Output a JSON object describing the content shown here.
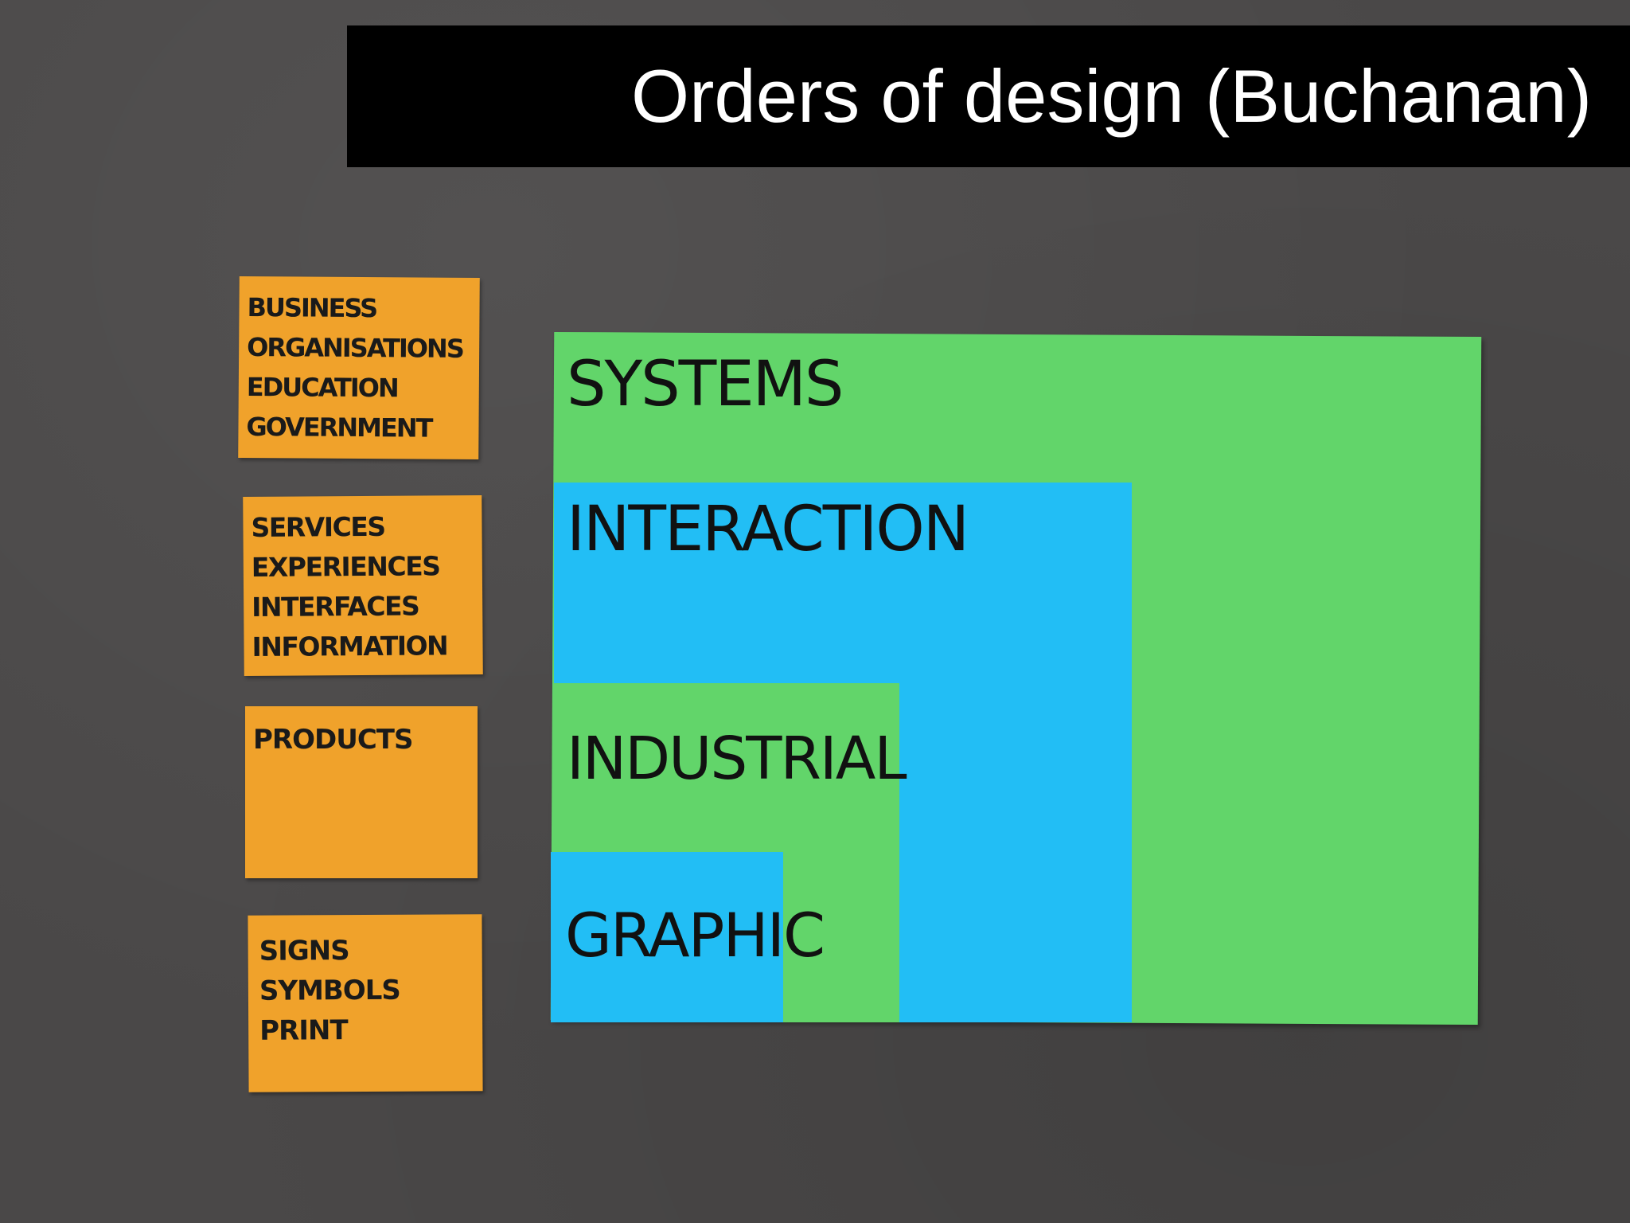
{
  "title": "Orders of design (Buchanan)",
  "notes": [
    {
      "lines": [
        "BUSINESS",
        "ORGANISATIONS",
        "EDUCATION",
        "GOVERNMENT"
      ]
    },
    {
      "lines": [
        "SERVICES",
        "EXPERIENCES",
        "INTERFACES",
        "INFORMATION"
      ]
    },
    {
      "lines": [
        "PRODUCTS"
      ]
    },
    {
      "lines": [
        "SIGNS",
        "SYMBOLS",
        "PRINT"
      ]
    }
  ],
  "orders": [
    {
      "label": "SYSTEMS",
      "color": "#62d56a"
    },
    {
      "label": "INTERACTION",
      "color": "#22bef5"
    },
    {
      "label": "INDUSTRIAL",
      "color": "#62d56a"
    },
    {
      "label": "GRAPHIC",
      "color": "#22bef5"
    }
  ],
  "colors": {
    "background": "#4a4848",
    "note": "#f0a22b",
    "banner": "#000000"
  }
}
